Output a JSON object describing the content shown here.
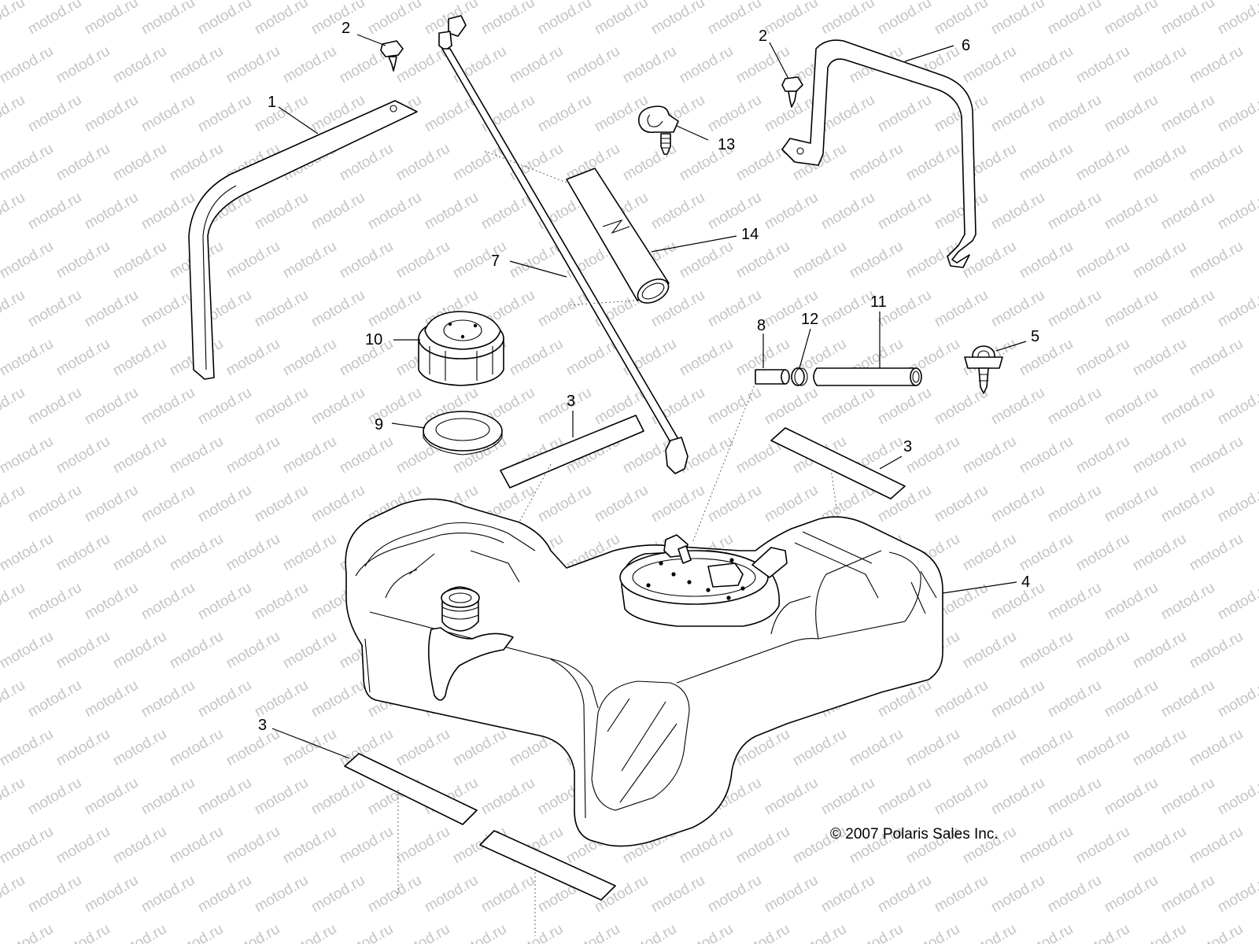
{
  "watermark_text": "motod.ru",
  "copyright": "© 2007 Polaris Sales Inc.",
  "callouts": {
    "c1": "1",
    "c2a": "2",
    "c2b": "2",
    "c3a": "3",
    "c3b": "3",
    "c3c": "3",
    "c4": "4",
    "c5": "5",
    "c6": "6",
    "c7": "7",
    "c8": "8",
    "c9": "9",
    "c10": "10",
    "c11": "11",
    "c12": "12",
    "c13": "13",
    "c14": "14"
  },
  "colors": {
    "line": "#000000",
    "watermark": "#c4c4c4",
    "background": "#ffffff"
  }
}
